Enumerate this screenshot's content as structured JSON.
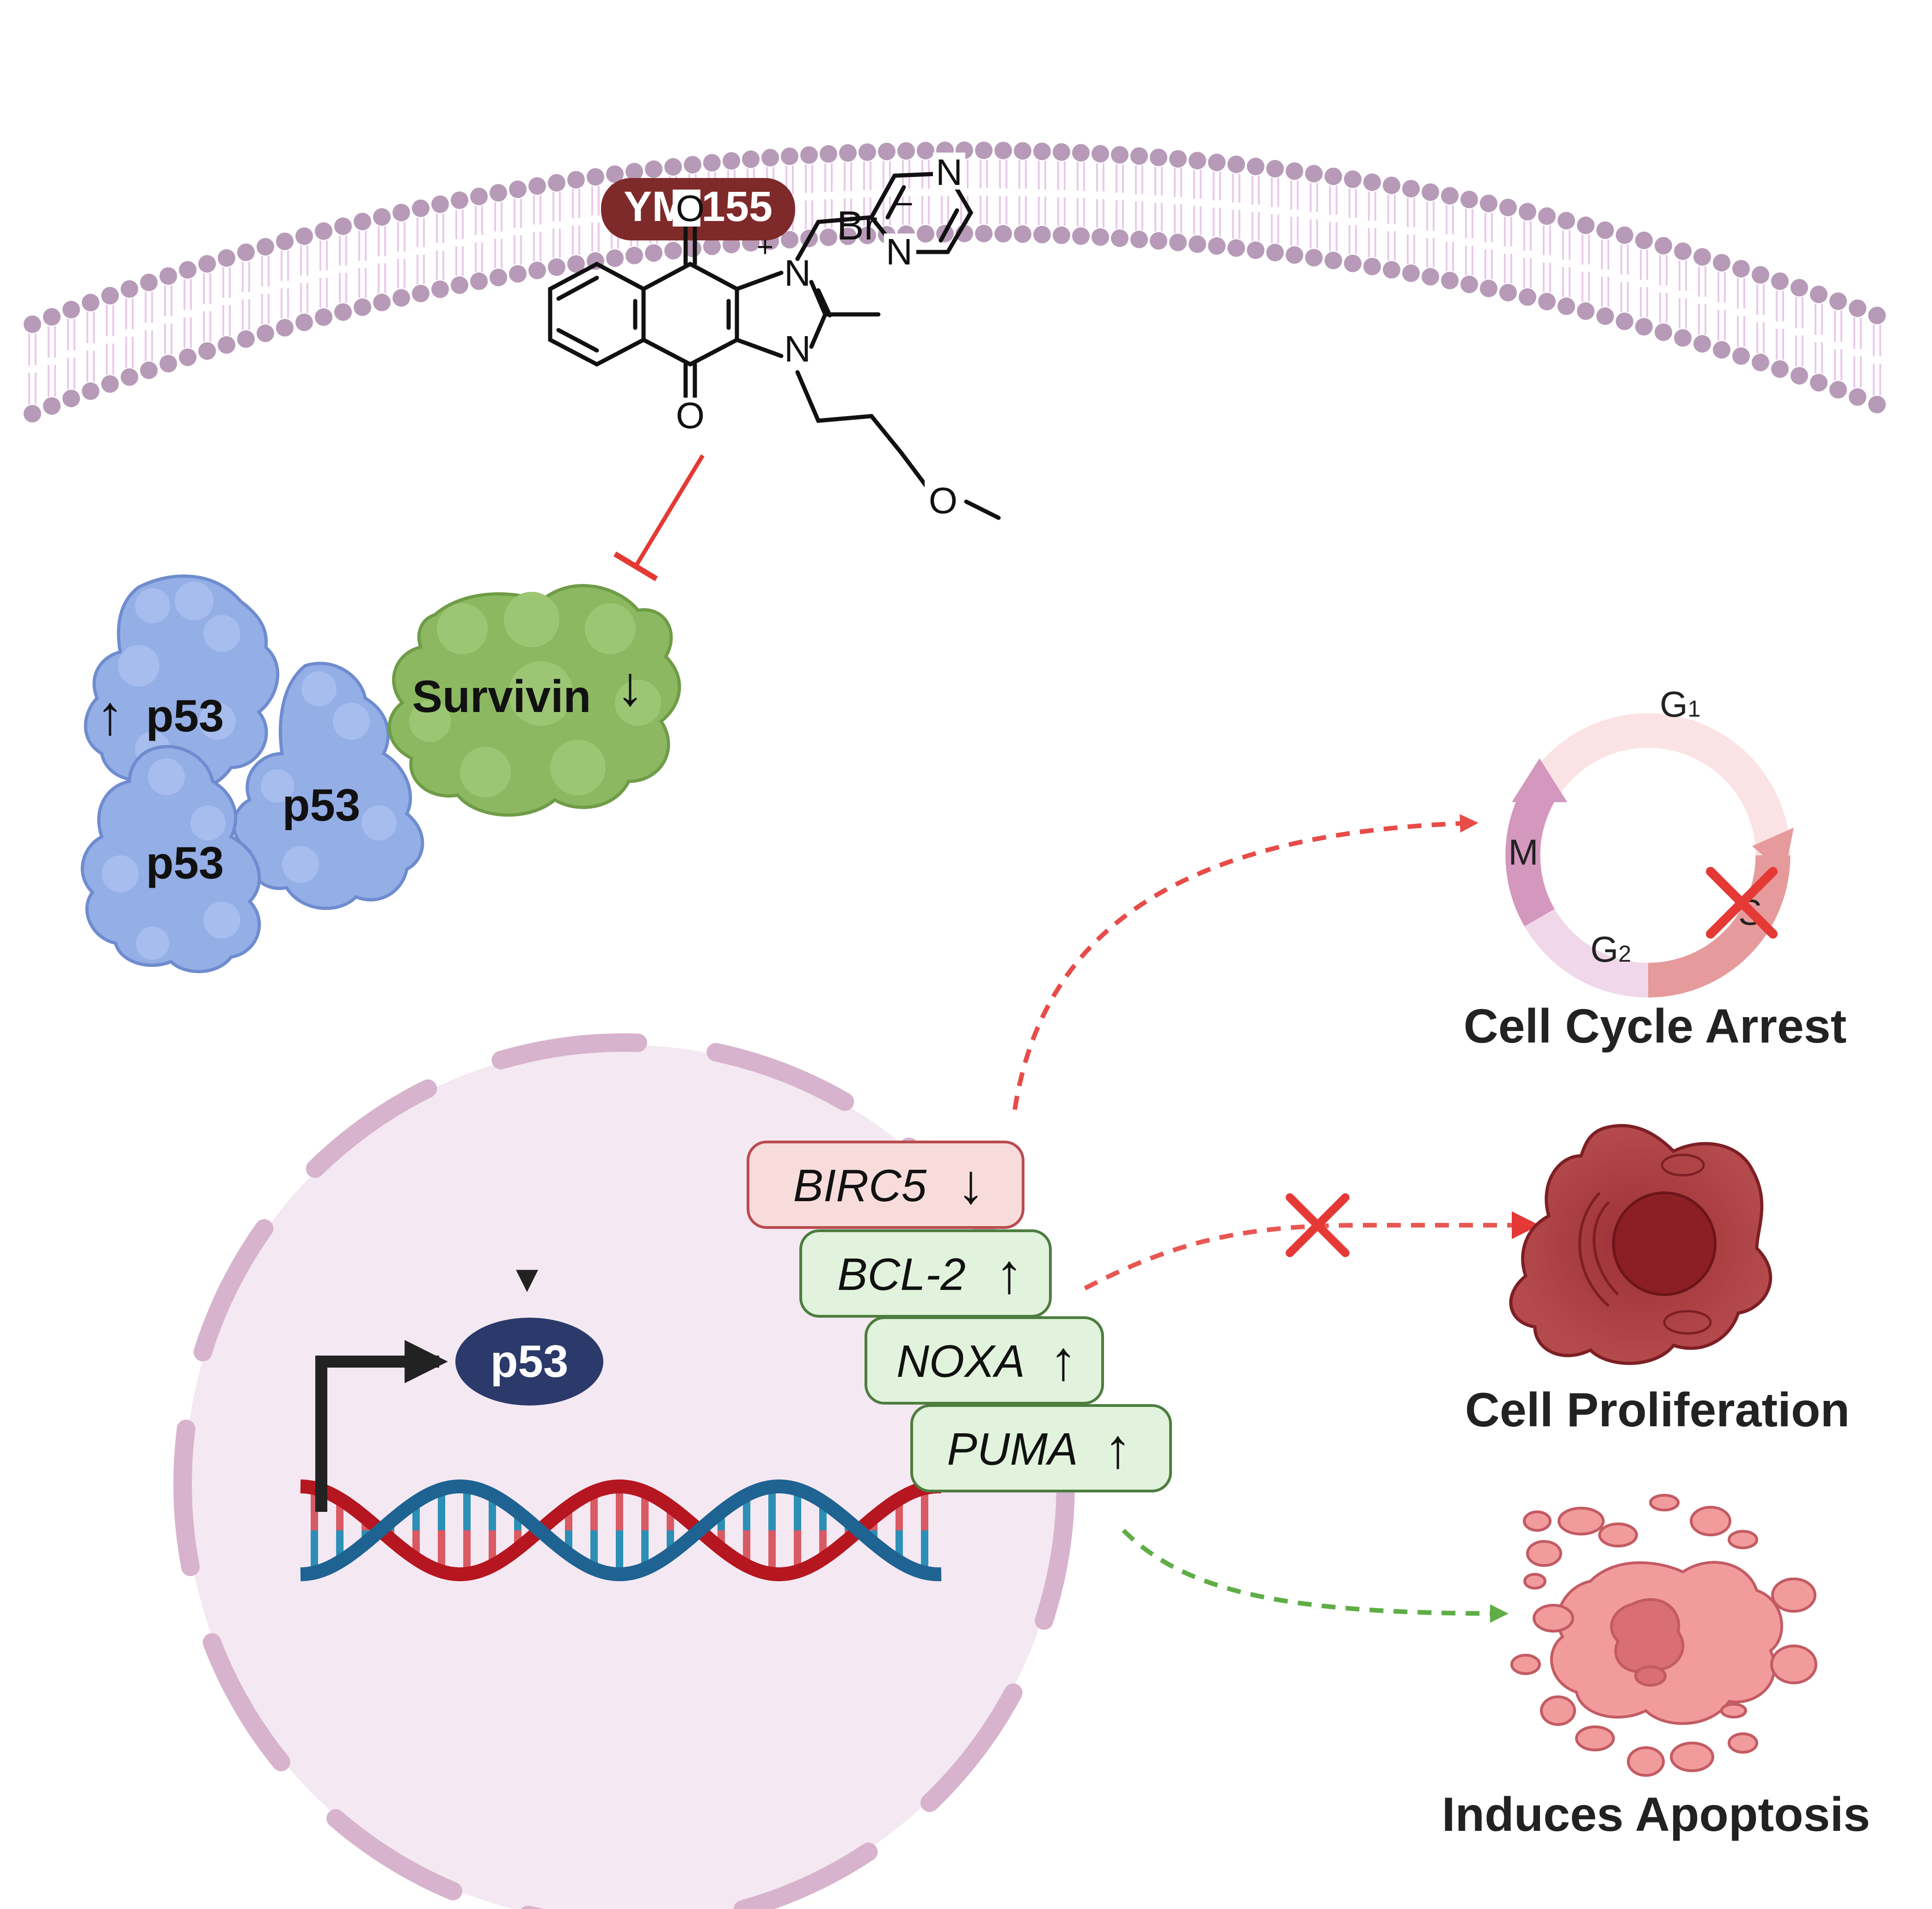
{
  "membrane": {
    "colors": {
      "head": "#b79ab8",
      "tail": "#e9c9ea"
    }
  },
  "drug": {
    "badge": "YM-155",
    "counter_ion": "Br",
    "counter_charge": "−",
    "cation_charge": "+",
    "atoms": {
      "O_top": "O",
      "O_bottom": "O",
      "N_plus": "N",
      "N_lower": "N",
      "O_ether": "O",
      "N_pyr_top": "N",
      "N_pyr_bottom": "N"
    },
    "colors": {
      "badge": "#7f2a2a",
      "inhibit": "#e53935"
    }
  },
  "proteins": {
    "p53_labels": [
      "p53",
      "p53",
      "p53"
    ],
    "p53_arrow": "↑",
    "survivin_label": "Survivin",
    "survivin_arrow": "↓",
    "colors": {
      "p53": "#94aee6",
      "survivin": "#8bb861"
    }
  },
  "nucleus": {
    "p53_tf_label": "p53",
    "genes": [
      {
        "name": "BIRC5",
        "arrow": "↓"
      },
      {
        "name": "BCL-2",
        "arrow": "↑"
      },
      {
        "name": "NOXA",
        "arrow": "↑"
      },
      {
        "name": "PUMA",
        "arrow": "↑"
      }
    ],
    "colors": {
      "nucleus_fill": "#f4e8f2",
      "envelope": "#d7b3cd",
      "tf": "#2b3a6b",
      "dna_red": "#b5161f",
      "dna_blue": "#1e6392"
    }
  },
  "cell_cycle": {
    "phases": {
      "g1": "G",
      "g1_sub": "1",
      "s": "S",
      "g2": "G",
      "g2_sub": "2",
      "m": "M"
    },
    "colors": {
      "g1": "#fbe3e5",
      "s": "#e69a9b",
      "g2": "#f0d8ea",
      "m": "#d497bd"
    }
  },
  "outcomes": [
    {
      "label": "Cell Cycle Arrest"
    },
    {
      "label": "Cell Proliferation"
    },
    {
      "label": "Induces Apoptosis"
    }
  ],
  "arrow_colors": {
    "red": "#e53935",
    "green": "#5fad46"
  }
}
